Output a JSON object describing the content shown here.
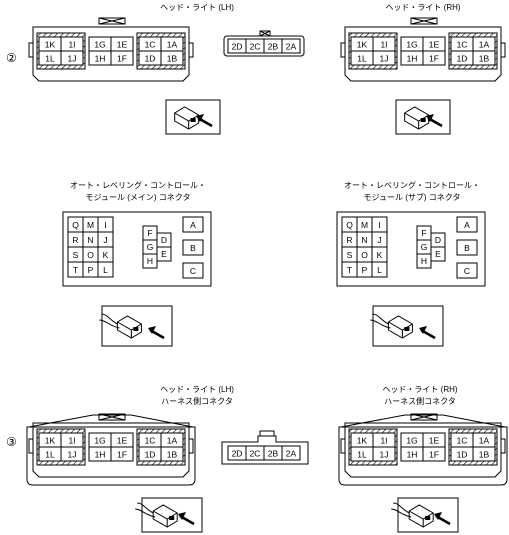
{
  "steps": [
    "②",
    "③"
  ],
  "headlight_lh": "ヘッド・ライト (LH)",
  "headlight_rh": "ヘッド・ライト (RH)",
  "harness_suffix": "ハーネス側コネクタ",
  "main_module": [
    "オート・レベリング・コントロール・",
    "モジュール (メイン) コネクタ"
  ],
  "sub_module": [
    "オート・レベリング・コントロール・",
    "モジュール (サブ) コネクタ"
  ],
  "headlight_pins": {
    "left_top": [
      "1K",
      "1I"
    ],
    "left_bottom": [
      "1L",
      "1J"
    ],
    "center_top": [
      "1G",
      "1E"
    ],
    "center_bottom": [
      "1H",
      "1F"
    ],
    "right_top": [
      "1C",
      "1A"
    ],
    "right_bottom": [
      "1D",
      "1B"
    ]
  },
  "small_pins": [
    "2D",
    "2C",
    "2B",
    "2A"
  ],
  "module_pins": {
    "grid": [
      [
        "Q",
        "M",
        "I"
      ],
      [
        "R",
        "N",
        "J"
      ],
      [
        "S",
        "O",
        "K"
      ],
      [
        "T",
        "P",
        "L"
      ]
    ],
    "middle": [
      "F",
      "G",
      "H",
      "D",
      "E"
    ],
    "right": [
      "A",
      "B",
      "C"
    ]
  }
}
